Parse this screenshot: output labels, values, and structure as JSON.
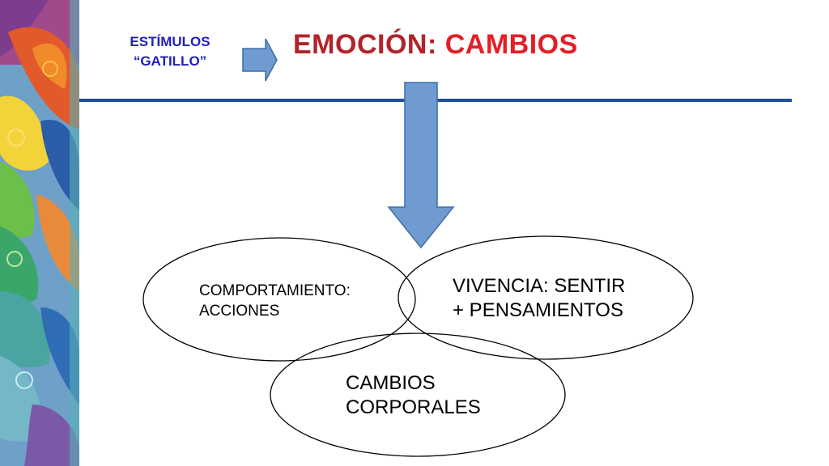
{
  "colors": {
    "stimulus_text": "#1f1fbf",
    "title_dark": "#b2232a",
    "title_red": "#e41e26",
    "rule": "#1f4e9c",
    "arrow_fill": "#6f9bd1",
    "arrow_stroke": "#3d6ea8"
  },
  "stimulus": {
    "line1": "ESTÍMULOS",
    "line2": "“GATILLO”"
  },
  "title": {
    "part1": "EMOCIÓN:",
    "part2": "CAMBIOS"
  },
  "circles": {
    "comportamiento": {
      "line1": "COMPORTAMIENTO:",
      "line2": "ACCIONES"
    },
    "vivencia": {
      "line1": "VIVENCIA: SENTIR",
      "line2": "+ PENSAMIENTOS"
    },
    "corporales": {
      "line1": "CAMBIOS",
      "line2": "CORPORALES"
    }
  }
}
